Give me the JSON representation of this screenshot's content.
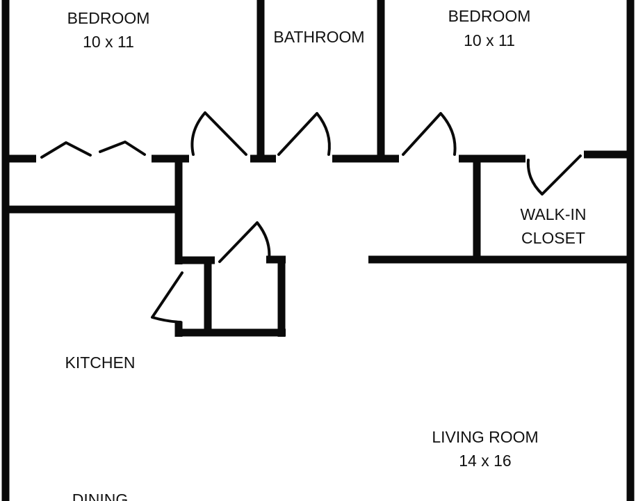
{
  "rooms": {
    "bedroom_left": {
      "name": "BEDROOM",
      "size": "10 x 11"
    },
    "bathroom": {
      "name": "BATHROOM"
    },
    "bedroom_right": {
      "name": "BEDROOM",
      "size": "10 x 11"
    },
    "walk_in_closet": {
      "line1": "WALK-IN",
      "line2": "CLOSET"
    },
    "kitchen": {
      "name": "KITCHEN"
    },
    "living_room": {
      "name": "LIVING ROOM",
      "size": "14 x 16"
    },
    "dining": {
      "name": "DINING"
    }
  },
  "colors": {
    "wall": "#0a0a0a",
    "background": "#ffffff"
  }
}
